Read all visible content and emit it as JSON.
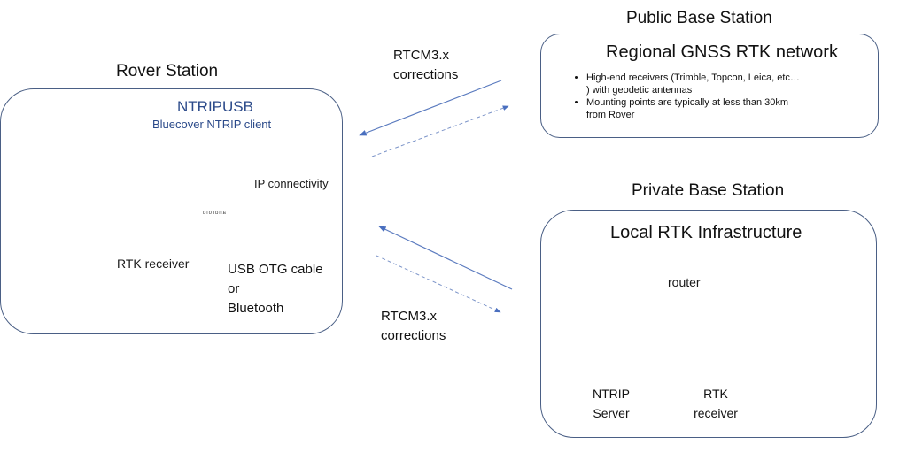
{
  "rover": {
    "section_title": "Rover Station",
    "app_name": "NTRIPUSB",
    "app_subtitle": "Bluecover NTRIP client",
    "connectivity_label": "IP connectivity",
    "receiver_label": "RTK receiver",
    "link_label_line1": "USB OTG cable",
    "link_label_line2": "or",
    "link_label_line3": "Bluetooth",
    "phone_brand_text": "android"
  },
  "public_base": {
    "section_title": "Public Base Station",
    "box_title": "Regional GNSS RTK network",
    "bullets": [
      "High-end receivers (Trimble, Topcon, Leica, etc… ) with geodetic antennas",
      "Mounting points are typically at less than 30km from Rover"
    ]
  },
  "private_base": {
    "section_title": "Private Base Station",
    "box_title": "Local RTK Infrastructure",
    "router_label": "router",
    "server_label_line1": "NTRIP",
    "server_label_line2": "Server",
    "receiver_label_line1": "RTK",
    "receiver_label_line2": "receiver"
  },
  "links": {
    "top_label_line1": "RTCM3.x",
    "top_label_line2": "corrections",
    "bottom_label_line1": "RTCM3.x",
    "bottom_label_line2": "corrections"
  },
  "colors": {
    "accent_blue": "#1f4e9a",
    "box_border": "#4a5f85",
    "arrow": "#5b7bbf",
    "tripod_yellow": "#f2b51c"
  }
}
